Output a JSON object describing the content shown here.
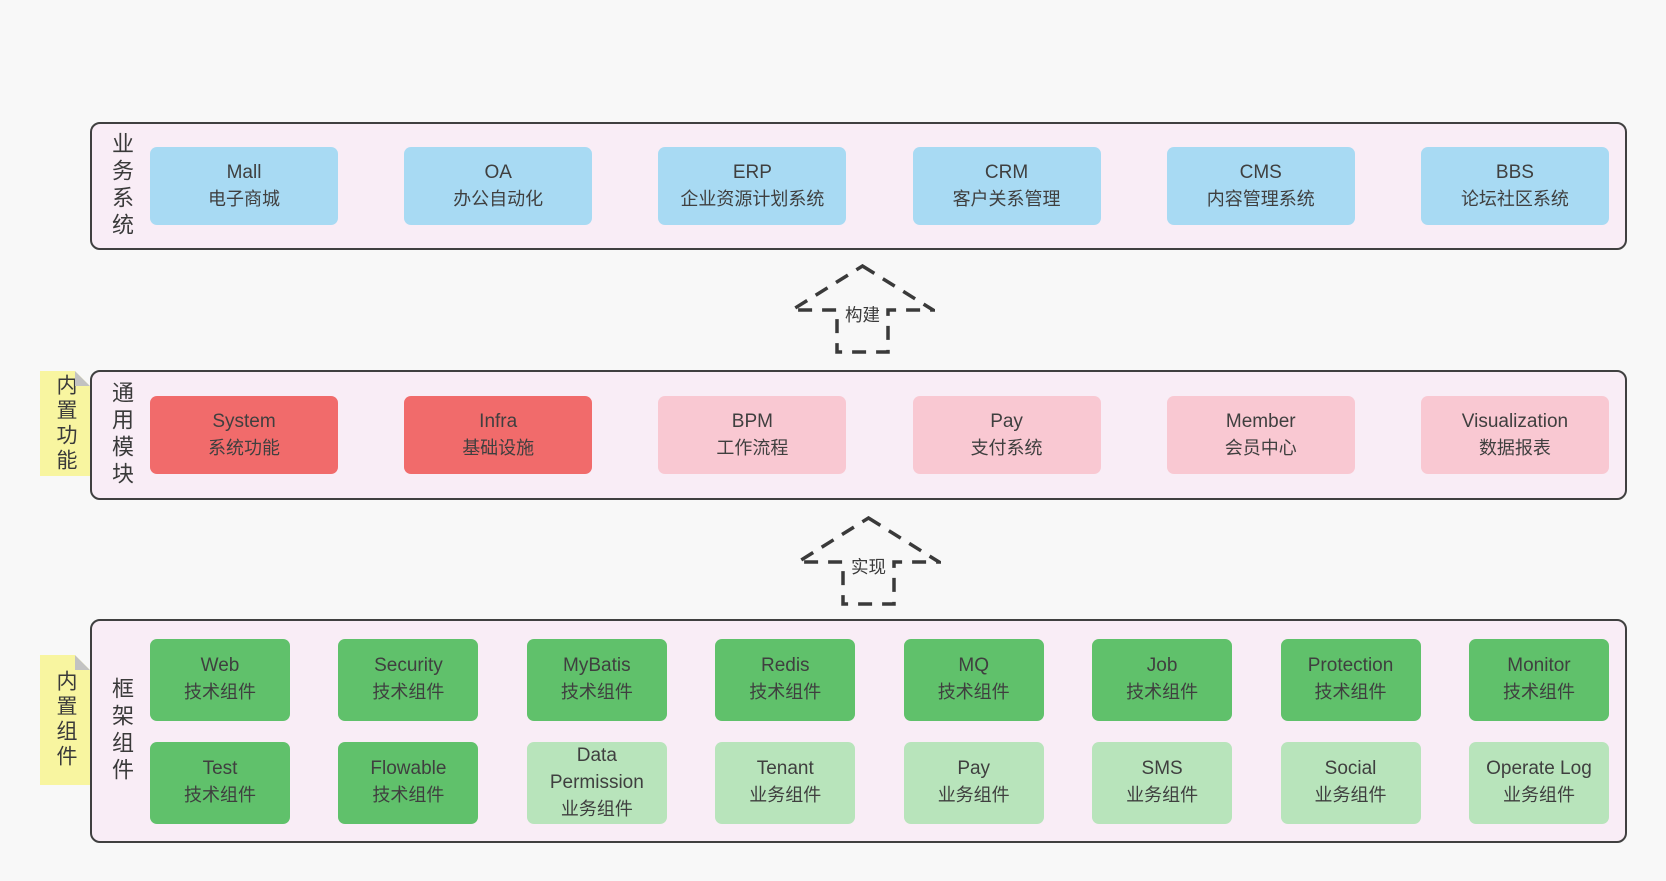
{
  "colors": {
    "page_bg": "#f8f8f8",
    "container_bg": "#f9edf6",
    "container_border": "#404040",
    "blue": "#a8daf3",
    "red": "#f16b6b",
    "pink": "#f9c8d2",
    "green": "#60c16b",
    "green_light": "#b8e4bb",
    "sticky_bg": "#f8f5a0",
    "sticky_fold": "#c2c2c2",
    "text": "#3f3f3f"
  },
  "sections": {
    "business": {
      "label": "业务系统",
      "boxes": [
        {
          "name": "Mall",
          "desc": "电子商城"
        },
        {
          "name": "OA",
          "desc": "办公自动化"
        },
        {
          "name": "ERP",
          "desc": "企业资源计划系统"
        },
        {
          "name": "CRM",
          "desc": "客户关系管理"
        },
        {
          "name": "CMS",
          "desc": "内容管理系统"
        },
        {
          "name": "BBS",
          "desc": "论坛社区系统"
        }
      ]
    },
    "modules": {
      "label": "通用模块",
      "sticky": "内置功能",
      "boxes": [
        {
          "name": "System",
          "desc": "系统功能"
        },
        {
          "name": "Infra",
          "desc": "基础设施"
        },
        {
          "name": "BPM",
          "desc": "工作流程"
        },
        {
          "name": "Pay",
          "desc": "支付系统"
        },
        {
          "name": "Member",
          "desc": "会员中心"
        },
        {
          "name": "Visualization",
          "desc": "数据报表"
        }
      ]
    },
    "framework": {
      "label": "框架组件",
      "sticky": "内置组件",
      "row1": [
        {
          "name": "Web",
          "desc": "技术组件"
        },
        {
          "name": "Security",
          "desc": "技术组件"
        },
        {
          "name": "MyBatis",
          "desc": "技术组件"
        },
        {
          "name": "Redis",
          "desc": "技术组件"
        },
        {
          "name": "MQ",
          "desc": "技术组件"
        },
        {
          "name": "Job",
          "desc": "技术组件"
        },
        {
          "name": "Protection",
          "desc": "技术组件"
        },
        {
          "name": "Monitor",
          "desc": "技术组件"
        }
      ],
      "row2": [
        {
          "name": "Test",
          "desc": "技术组件"
        },
        {
          "name": "Flowable",
          "desc": "技术组件"
        },
        {
          "name": "Data Permission",
          "desc": "业务组件"
        },
        {
          "name": "Tenant",
          "desc": "业务组件"
        },
        {
          "name": "Pay",
          "desc": "业务组件"
        },
        {
          "name": "SMS",
          "desc": "业务组件"
        },
        {
          "name": "Social",
          "desc": "业务组件"
        },
        {
          "name": "Operate Log",
          "desc": "业务组件"
        }
      ]
    }
  },
  "arrows": {
    "build": "构建",
    "implement": "实现"
  }
}
